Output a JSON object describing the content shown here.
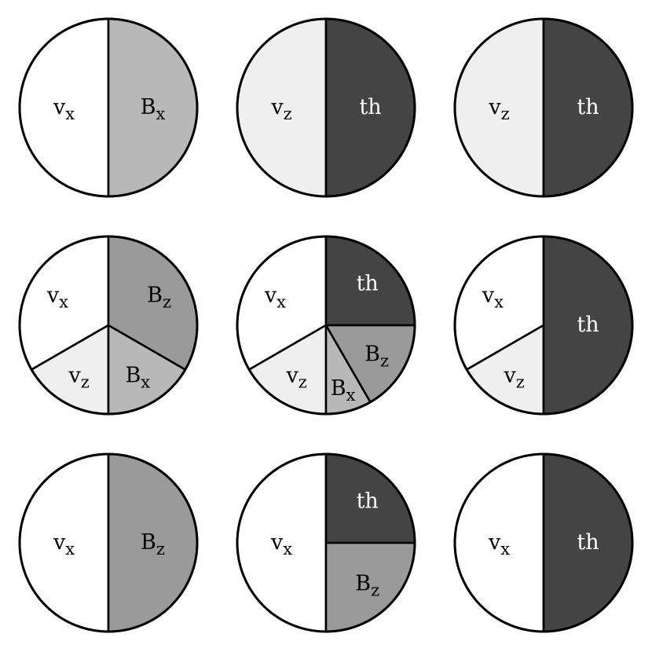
{
  "colors": {
    "vx": "#ffffff",
    "vz": "#efefef",
    "Bx": "#b8b8b8",
    "Bz": "#9a9a9a",
    "th": "#444444",
    "outline": "#000000"
  },
  "chart_data": [
    {
      "type": "pie",
      "row": 1,
      "col": 1,
      "slices": [
        {
          "label": "v",
          "sub": "x",
          "key": "vx",
          "value": 0.5
        },
        {
          "label": "B",
          "sub": "x",
          "key": "Bx",
          "value": 0.5
        }
      ]
    },
    {
      "type": "pie",
      "row": 1,
      "col": 2,
      "slices": [
        {
          "label": "v",
          "sub": "z",
          "key": "vz",
          "value": 0.5
        },
        {
          "label": "th",
          "sub": "",
          "key": "th",
          "value": 0.5
        }
      ]
    },
    {
      "type": "pie",
      "row": 1,
      "col": 3,
      "slices": [
        {
          "label": "v",
          "sub": "z",
          "key": "vz",
          "value": 0.5
        },
        {
          "label": "th",
          "sub": "",
          "key": "th",
          "value": 0.5
        }
      ]
    },
    {
      "type": "pie",
      "row": 2,
      "col": 1,
      "slices": [
        {
          "label": "v",
          "sub": "x",
          "key": "vx",
          "value": 0.3333
        },
        {
          "label": "v",
          "sub": "z",
          "key": "vz",
          "value": 0.1667
        },
        {
          "label": "B",
          "sub": "x",
          "key": "Bx",
          "value": 0.1667
        },
        {
          "label": "B",
          "sub": "z",
          "key": "Bz",
          "value": 0.3333
        }
      ]
    },
    {
      "type": "pie",
      "row": 2,
      "col": 2,
      "slices": [
        {
          "label": "v",
          "sub": "x",
          "key": "vx",
          "value": 0.3333
        },
        {
          "label": "v",
          "sub": "z",
          "key": "vz",
          "value": 0.1667
        },
        {
          "label": "B",
          "sub": "x",
          "key": "Bx",
          "value": 0.0833
        },
        {
          "label": "B",
          "sub": "z",
          "key": "Bz",
          "value": 0.1667
        },
        {
          "label": "th",
          "sub": "",
          "key": "th",
          "value": 0.25
        }
      ]
    },
    {
      "type": "pie",
      "row": 2,
      "col": 3,
      "slices": [
        {
          "label": "v",
          "sub": "x",
          "key": "vx",
          "value": 0.3333
        },
        {
          "label": "v",
          "sub": "z",
          "key": "vz",
          "value": 0.1667
        },
        {
          "label": "th",
          "sub": "",
          "key": "th",
          "value": 0.5
        }
      ]
    },
    {
      "type": "pie",
      "row": 3,
      "col": 1,
      "slices": [
        {
          "label": "v",
          "sub": "x",
          "key": "vx",
          "value": 0.5
        },
        {
          "label": "B",
          "sub": "z",
          "key": "Bz",
          "value": 0.5
        }
      ]
    },
    {
      "type": "pie",
      "row": 3,
      "col": 2,
      "slices": [
        {
          "label": "v",
          "sub": "x",
          "key": "vx",
          "value": 0.5
        },
        {
          "label": "B",
          "sub": "z",
          "key": "Bz",
          "value": 0.25
        },
        {
          "label": "th",
          "sub": "",
          "key": "th",
          "value": 0.25
        }
      ]
    },
    {
      "type": "pie",
      "row": 3,
      "col": 3,
      "slices": [
        {
          "label": "v",
          "sub": "x",
          "key": "vx",
          "value": 0.5
        },
        {
          "label": "th",
          "sub": "",
          "key": "th",
          "value": 0.5
        }
      ]
    }
  ]
}
